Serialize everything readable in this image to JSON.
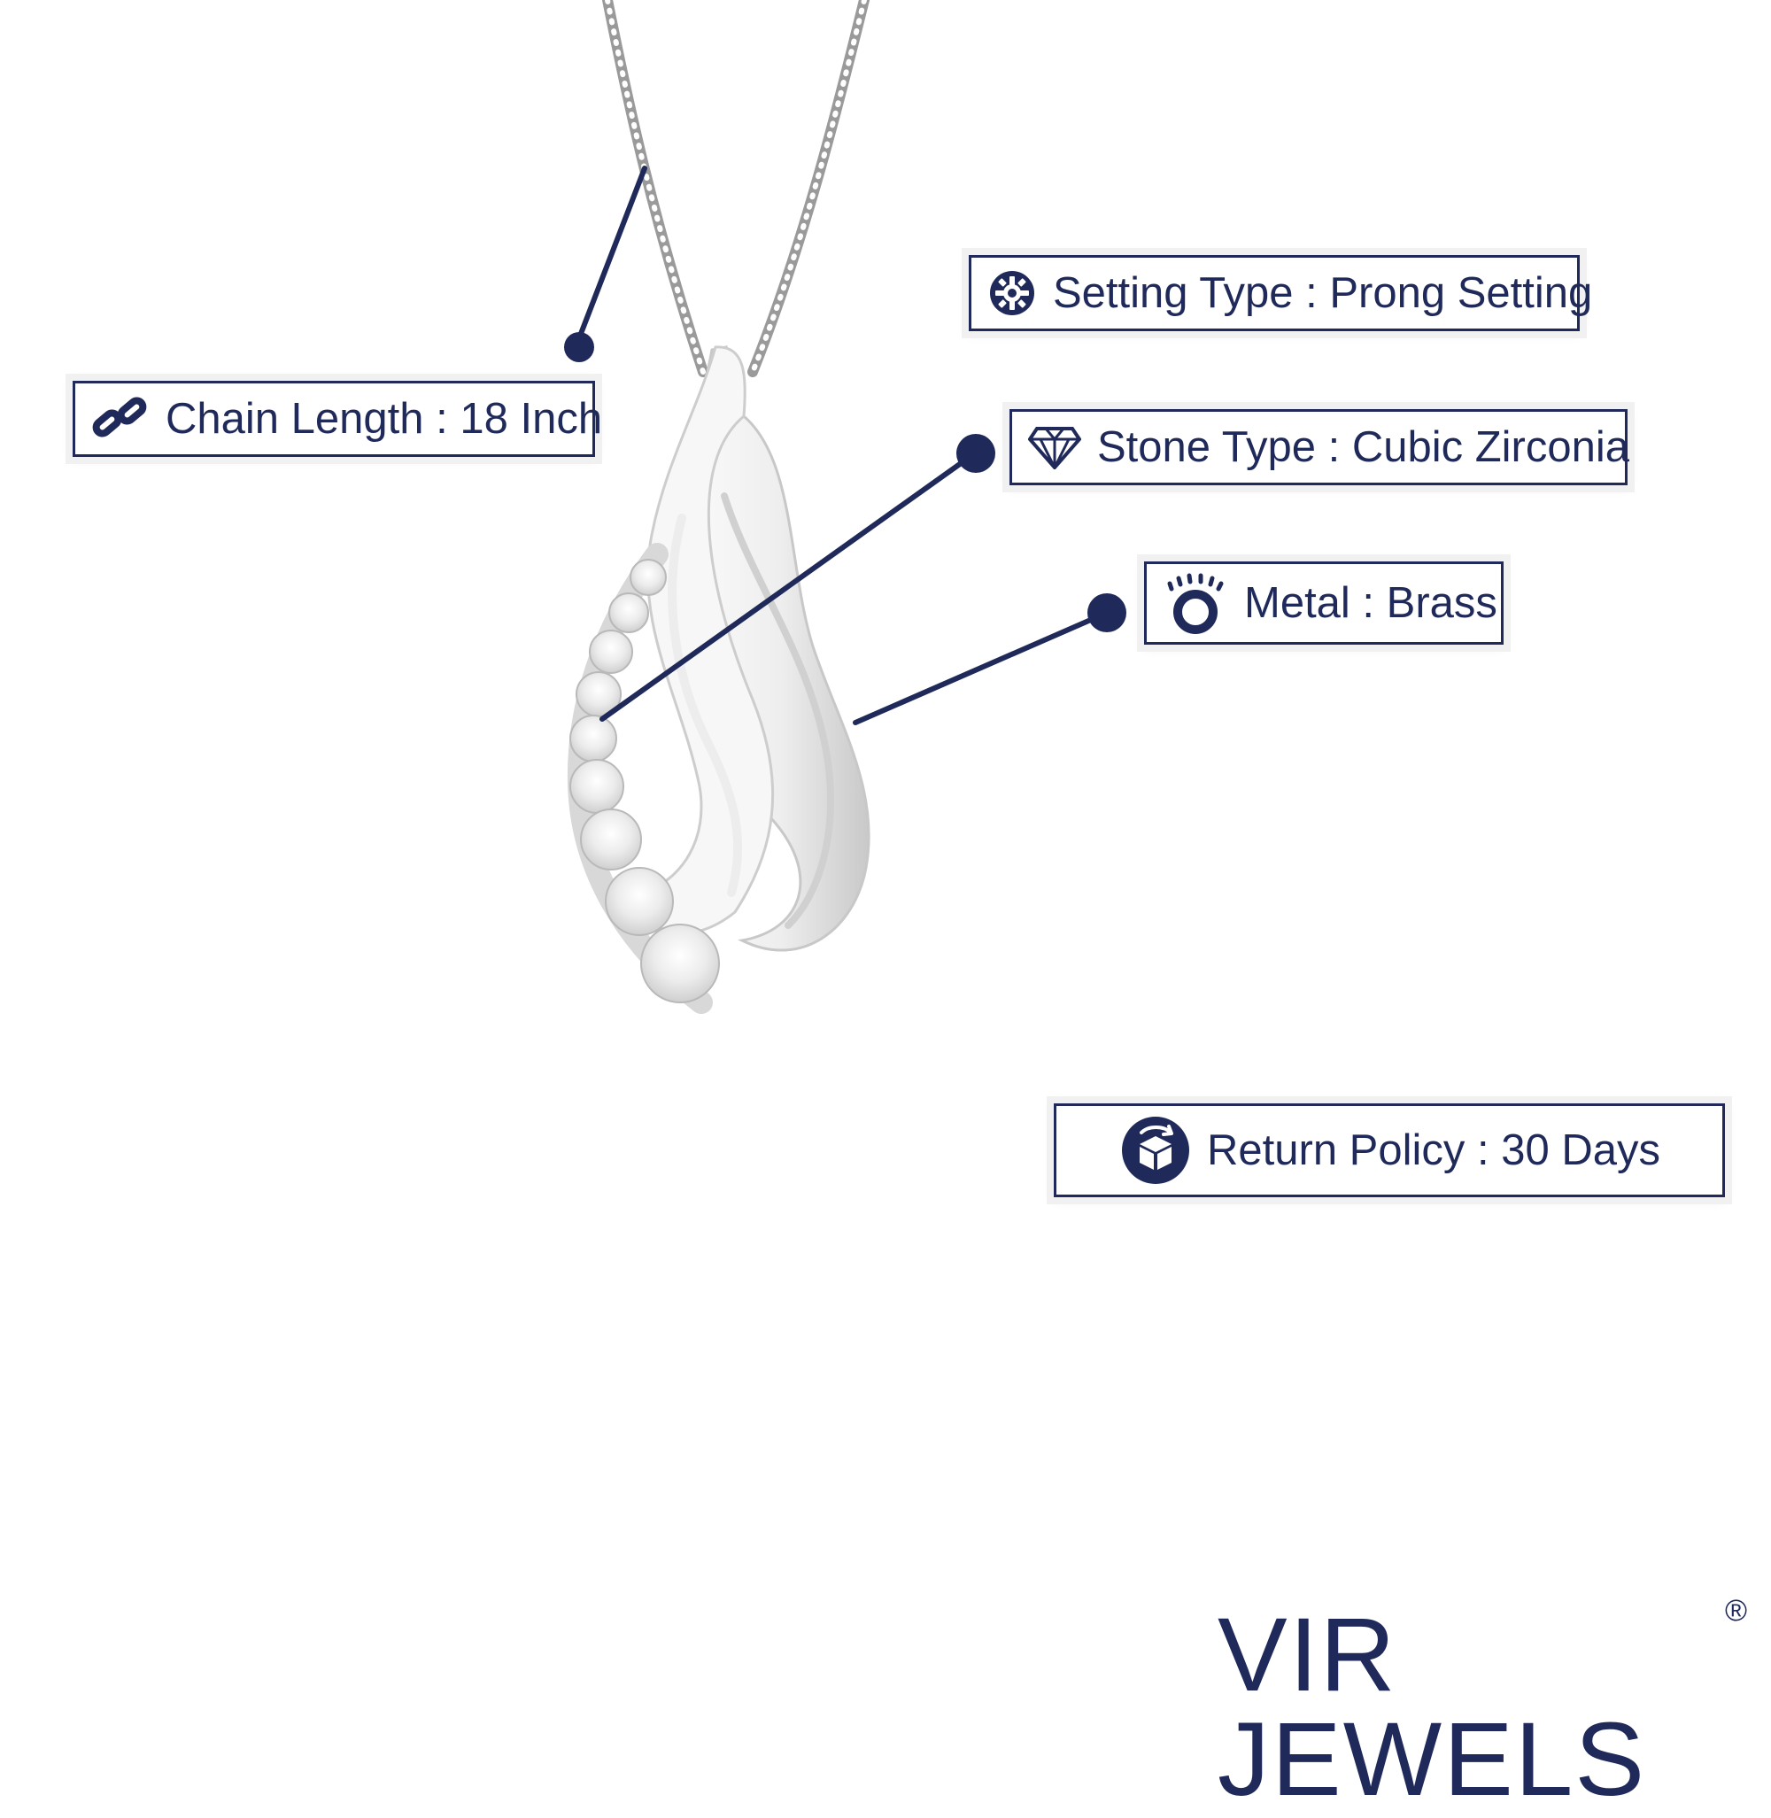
{
  "callouts": {
    "setting_type": {
      "label": "Setting Type : Prong Setting",
      "icon": "gear-icon"
    },
    "chain_length": {
      "label": "Chain Length : 18 Inch",
      "icon": "chain-link-icon"
    },
    "stone_type": {
      "label": "Stone Type : Cubic Zirconia",
      "icon": "diamond-icon"
    },
    "metal": {
      "label": "Metal : Brass",
      "icon": "ring-icon"
    },
    "return_policy": {
      "label": "Return Policy : 30 Days",
      "icon": "return-box-icon"
    }
  },
  "brand": {
    "logo_text": "VIR JEWELS",
    "registered_mark": "®"
  },
  "colors": {
    "navy": "#1f2a5a",
    "border_glow": "#f1f1f1",
    "metal_light": "#f3f3f3",
    "metal_shadow": "#cfcfcf"
  }
}
